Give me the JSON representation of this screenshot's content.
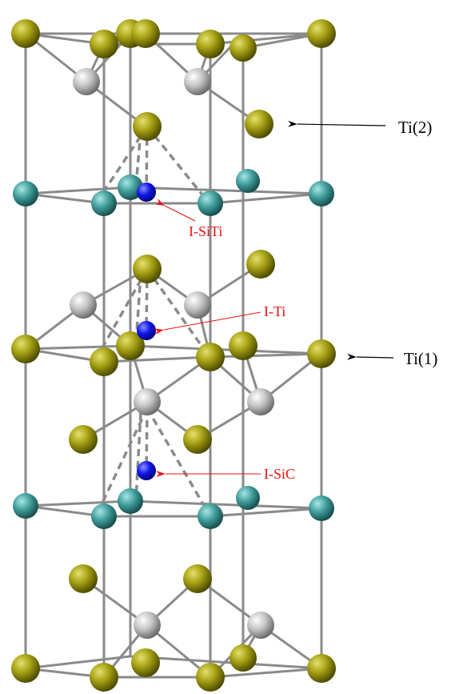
{
  "labels": {
    "ti2": "Ti(2)",
    "ti1": "Ti(1)",
    "isiti": "I-SiTi",
    "iti": "I-Ti",
    "isic": "I-SiC"
  },
  "colors": {
    "ti": "#8e8a05",
    "si": "#bcbcbc",
    "c": "#3f9c9b",
    "interstitial": "#0b10e2",
    "bond": "#8a8a8a",
    "annotation_red": "#ee1111",
    "annotation_black": "#000000"
  }
}
